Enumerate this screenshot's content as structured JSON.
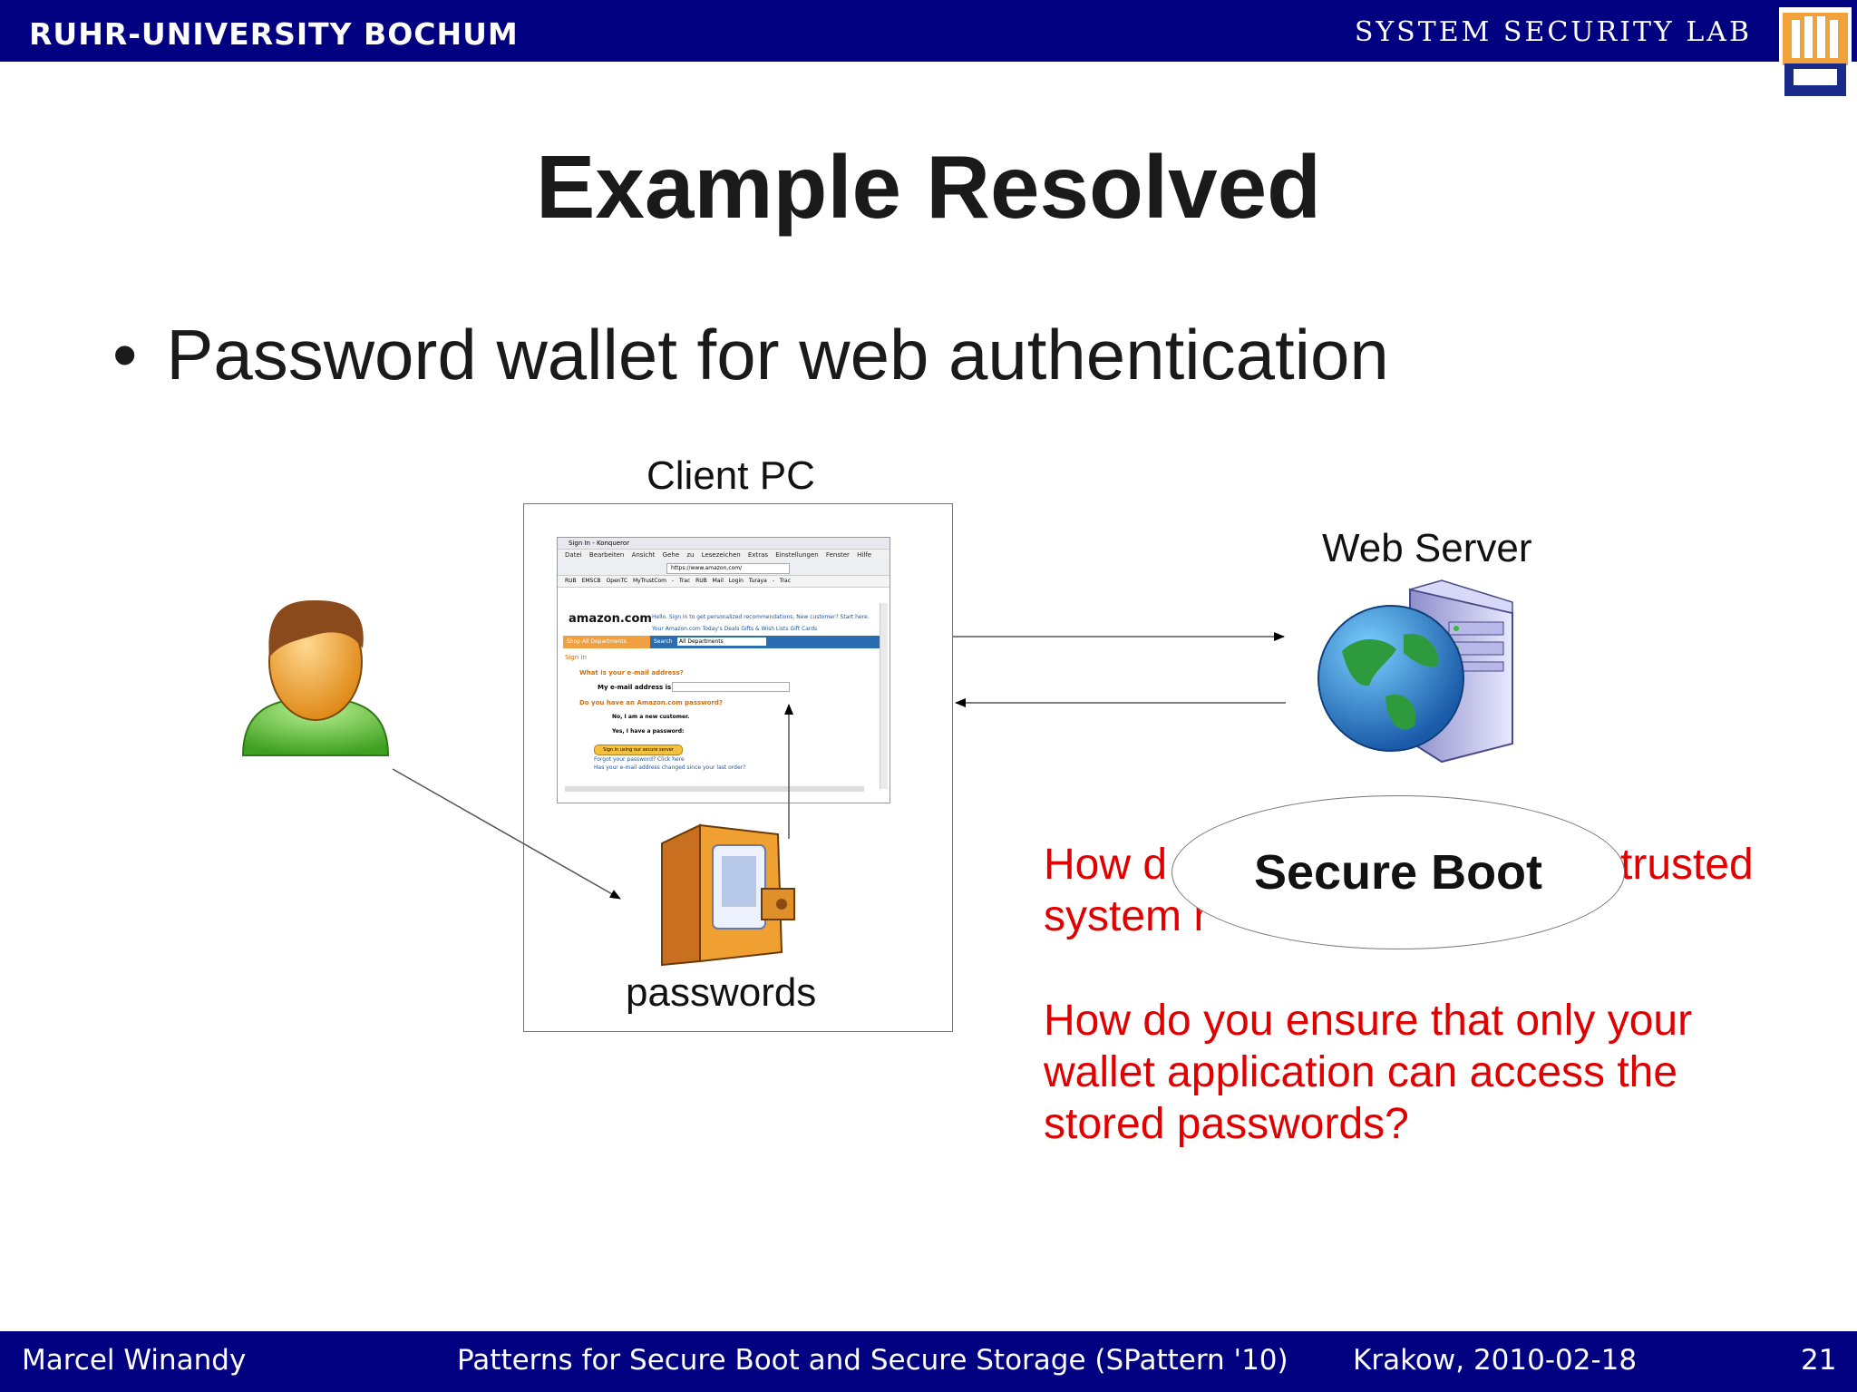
{
  "header": {
    "university": "RUHR-UNIVERSITY BOCHUM",
    "lab": "SYSTEM SECURITY LAB",
    "brand_color": "#000080"
  },
  "slide": {
    "title": "Example Resolved",
    "bullet": "Password wallet for web authentication"
  },
  "diagram": {
    "client_label": "Client PC",
    "server_label": "Web Server",
    "wallet_label": "passwords",
    "callout": "Secure Boot",
    "question1_line1_left": "How d",
    "question1_line1_right": "trusted",
    "question1_line2": "system r",
    "question2": [
      "How do you ensure that only your",
      "wallet application can access the",
      "stored passwords?"
    ],
    "question_color": "#e00000"
  },
  "browser": {
    "window_title": "Sign In - Konqueror",
    "menu": "Datei Bearbeiten Ansicht Gehe zu Lesezeichen Extras Einstellungen Fenster Hilfe",
    "url": "https://www.amazon.com/",
    "bookmarks": "RUB EMSCB OpenTC MyTrustCom - Trac RUB Mail Login Turaya - Trac",
    "brand": "amazon.com",
    "greeting": "Hello. Sign in to get personalized recommendations. New customer? Start here.",
    "nav_links": "Your Amazon.com   Today's Deals   Gifts & Wish Lists   Gift Cards",
    "shop_tab": "Shop All Departments",
    "search_label": "Search",
    "search_scope": "All Departments",
    "sign_in": "Sign In",
    "email_question": "What is your e-mail address?",
    "email_label": "My e-mail address is",
    "password_question": "Do you have an Amazon.com password?",
    "option_new": "No, I am a new customer.",
    "option_existing": "Yes, I have a password:",
    "submit": "Sign in using our secure server",
    "forgot": "Forgot your password? Click here",
    "changed": "Has your e-mail address changed since your last order?"
  },
  "footer": {
    "author": "Marcel Winandy",
    "talk": "Patterns for Secure Boot and Secure Storage (SPattern '10)",
    "place_date": "Krakow, 2010-02-18",
    "page": "21"
  }
}
